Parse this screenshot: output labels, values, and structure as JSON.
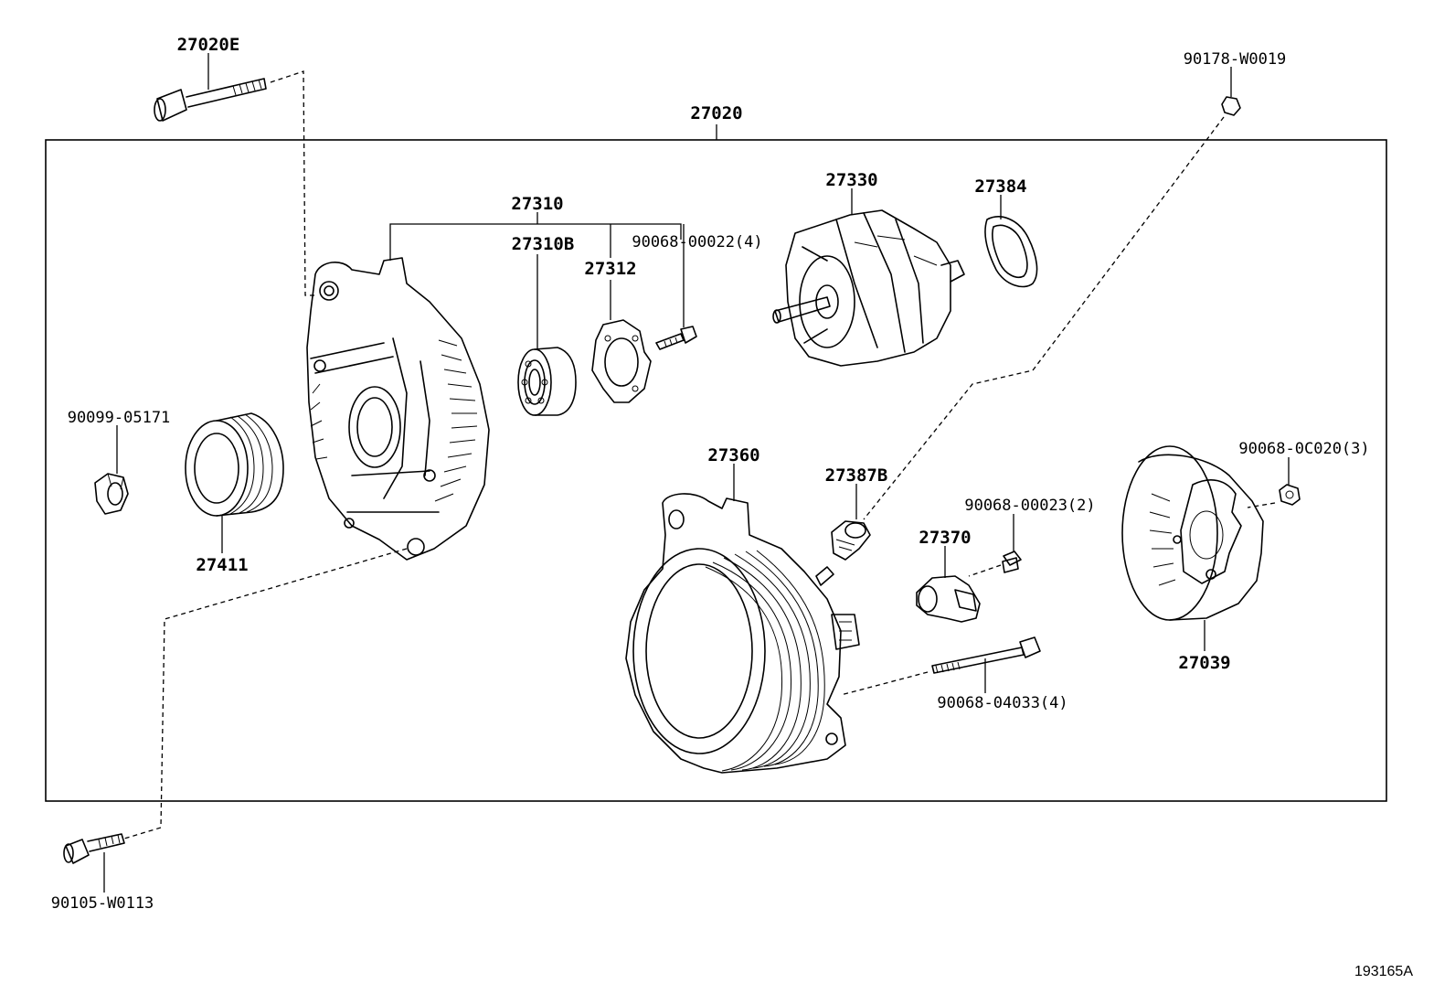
{
  "assembly": {
    "number": "27020"
  },
  "labels": {
    "p27020E": "27020E",
    "p90178": "90178-W0019",
    "p27310": "27310",
    "p27310B": "27310B",
    "p90068_00022": "90068-00022(4)",
    "p27312": "27312",
    "p27330": "27330",
    "p27384": "27384",
    "p90099": "90099-05171",
    "p27411": "27411",
    "p27360": "27360",
    "p27387B": "27387B",
    "p90068_00023": "90068-00023(2)",
    "p27370": "27370",
    "p90068_0C020": "90068-0C020(3)",
    "p27039": "27039",
    "p90068_04033": "90068-04033(4)",
    "p90105": "90105-W0113"
  },
  "figure_code": "193165A"
}
